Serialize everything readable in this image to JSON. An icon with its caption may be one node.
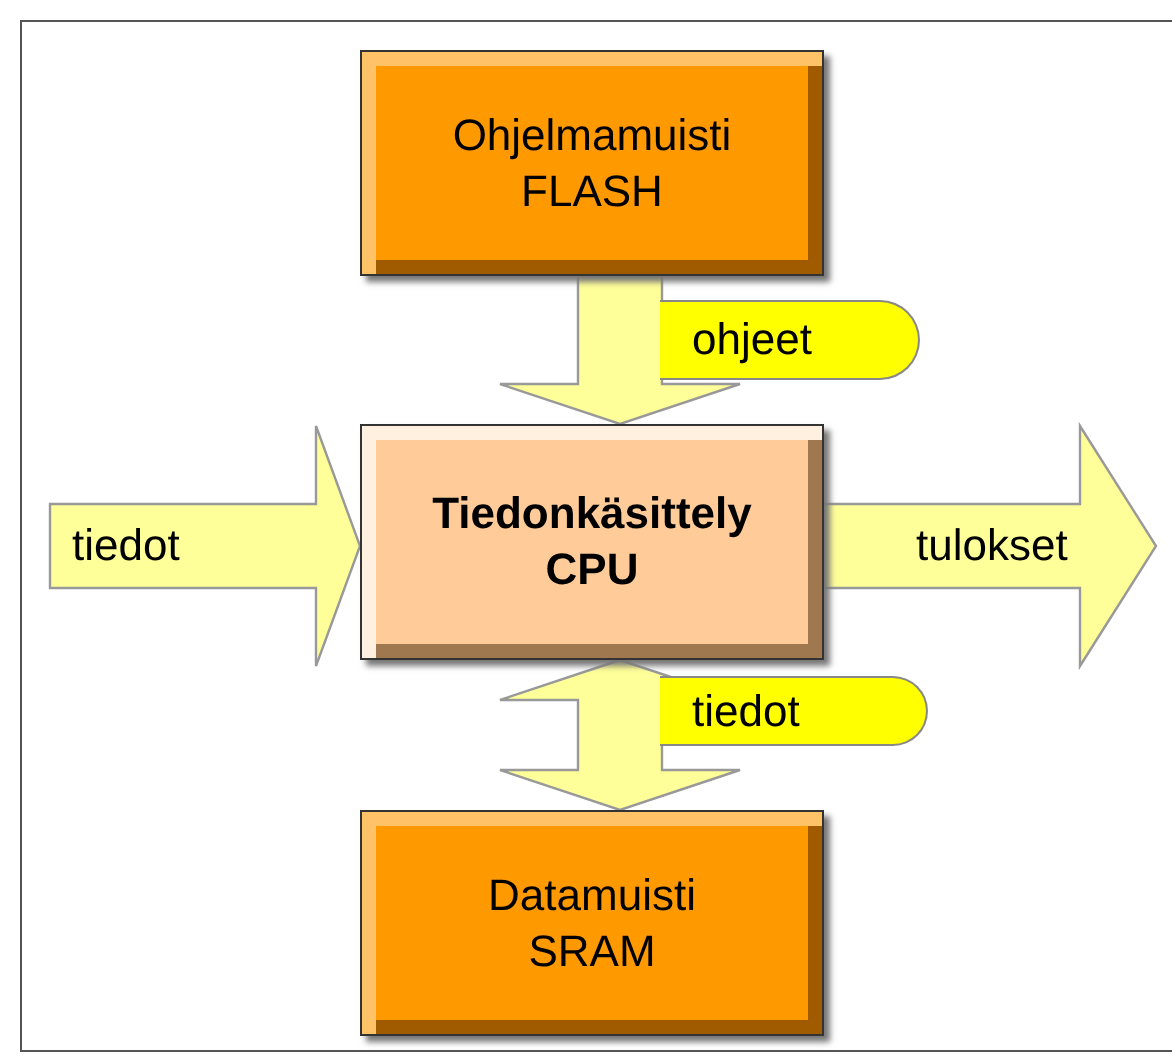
{
  "diagram": {
    "nodes": [
      {
        "text": [
          "Ohjelmamuisti",
          "FLASH"
        ]
      },
      {
        "text": [
          "Tiedonkäsittely",
          "CPU"
        ]
      },
      {
        "text": [
          "Datamuisti",
          "SRAM"
        ]
      }
    ],
    "edges": [
      {
        "from": 0,
        "to": 1,
        "arrow": "to",
        "label": "ohjeet"
      },
      {
        "from": null,
        "to": 1,
        "arrow": "to",
        "label": "tiedot"
      },
      {
        "from": 1,
        "to": null,
        "arrow": "to",
        "label": "tulokset"
      },
      {
        "from": 1,
        "to": 2,
        "arrow": "both",
        "label": "tiedot"
      }
    ]
  }
}
